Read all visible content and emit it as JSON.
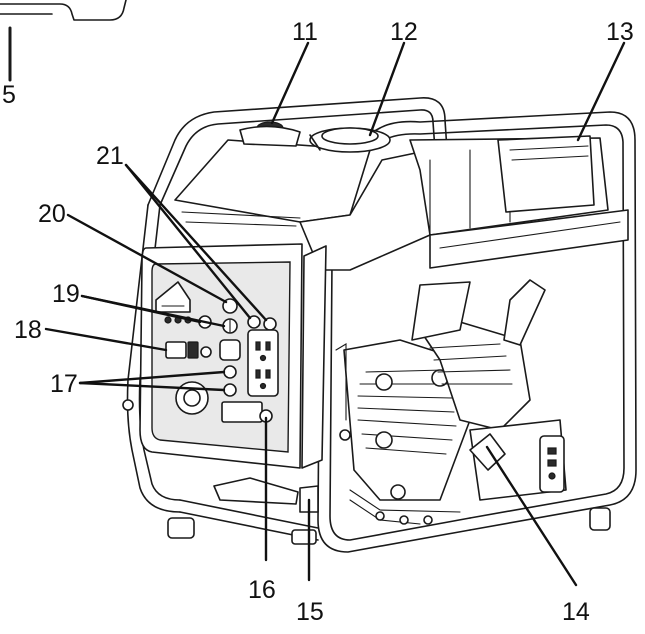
{
  "callouts": [
    {
      "id": "5",
      "label": "5"
    },
    {
      "id": "11",
      "label": "11"
    },
    {
      "id": "12",
      "label": "12"
    },
    {
      "id": "13",
      "label": "13"
    },
    {
      "id": "14",
      "label": "14"
    },
    {
      "id": "15",
      "label": "15"
    },
    {
      "id": "16",
      "label": "16"
    },
    {
      "id": "17",
      "label": "17"
    },
    {
      "id": "18",
      "label": "18"
    },
    {
      "id": "19",
      "label": "19"
    },
    {
      "id": "20",
      "label": "20"
    },
    {
      "id": "21",
      "label": "21"
    }
  ],
  "colors": {
    "line": "#1a1a1a",
    "background": "#ffffff",
    "panel": "#e9e9e9"
  }
}
